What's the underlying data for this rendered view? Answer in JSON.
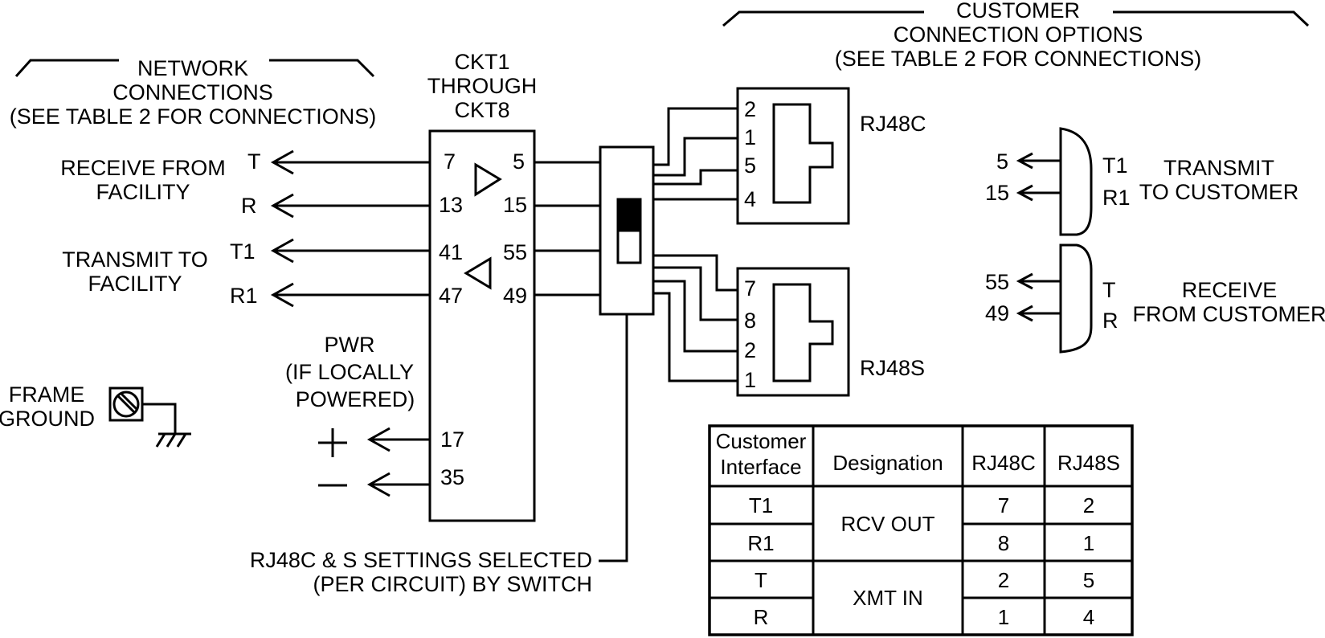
{
  "network_header": [
    "NETWORK",
    "CONNECTIONS",
    "(SEE TABLE 2 FOR CONNECTIONS)"
  ],
  "ckt_header": [
    "CKT1",
    "THROUGH",
    "CKT8"
  ],
  "customer_header": [
    "CUSTOMER",
    "CONNECTION OPTIONS",
    "(SEE TABLE 2 FOR CONNECTIONS)"
  ],
  "receive_from_facility": [
    "RECEIVE FROM",
    "FACILITY"
  ],
  "transmit_to_facility": [
    "TRANSMIT TO",
    "FACILITY"
  ],
  "network_leads": {
    "t": "T",
    "r": "R",
    "t1": "T1",
    "r1": "R1"
  },
  "ckt_pins_left": {
    "p7": "7",
    "p13": "13",
    "p41": "41",
    "p47": "47",
    "p17": "17",
    "p35": "35"
  },
  "ckt_pins_right": {
    "p5": "5",
    "p15": "15",
    "p55": "55",
    "p49": "49"
  },
  "power": {
    "lines": [
      "PWR",
      "(IF LOCALLY",
      "POWERED)"
    ],
    "plus": "+",
    "minus": "−"
  },
  "frame_ground": [
    "FRAME",
    "GROUND"
  ],
  "rj48c": {
    "label": "RJ48C",
    "pins": [
      "2",
      "1",
      "5",
      "4"
    ]
  },
  "rj48s": {
    "label": "RJ48S",
    "pins": [
      "7",
      "8",
      "2",
      "1"
    ]
  },
  "transmit_to_customer": {
    "pins": [
      "5",
      "15"
    ],
    "leads": [
      "T1",
      "R1"
    ],
    "label": [
      "TRANSMIT",
      "TO CUSTOMER"
    ]
  },
  "receive_from_customer": {
    "pins": [
      "55",
      "49"
    ],
    "leads": [
      "T",
      "R"
    ],
    "label": [
      "RECEIVE",
      "FROM CUSTOMER"
    ]
  },
  "switch_note": [
    "RJ48C & S SETTINGS SELECTED",
    "(PER CIRCUIT) BY SWITCH"
  ],
  "table": {
    "headers": [
      "Customer",
      "Interface",
      "Designation",
      "RJ48C",
      "RJ48S"
    ],
    "rows": [
      {
        "interface": "T1",
        "rj48c": "7",
        "rj48s": "2"
      },
      {
        "interface": "R1",
        "rj48c": "8",
        "rj48s": "1"
      },
      {
        "interface": "T",
        "rj48c": "2",
        "rj48s": "5"
      },
      {
        "interface": "R",
        "rj48c": "1",
        "rj48s": "4"
      }
    ],
    "designations": [
      "RCV OUT",
      "XMT IN"
    ]
  }
}
